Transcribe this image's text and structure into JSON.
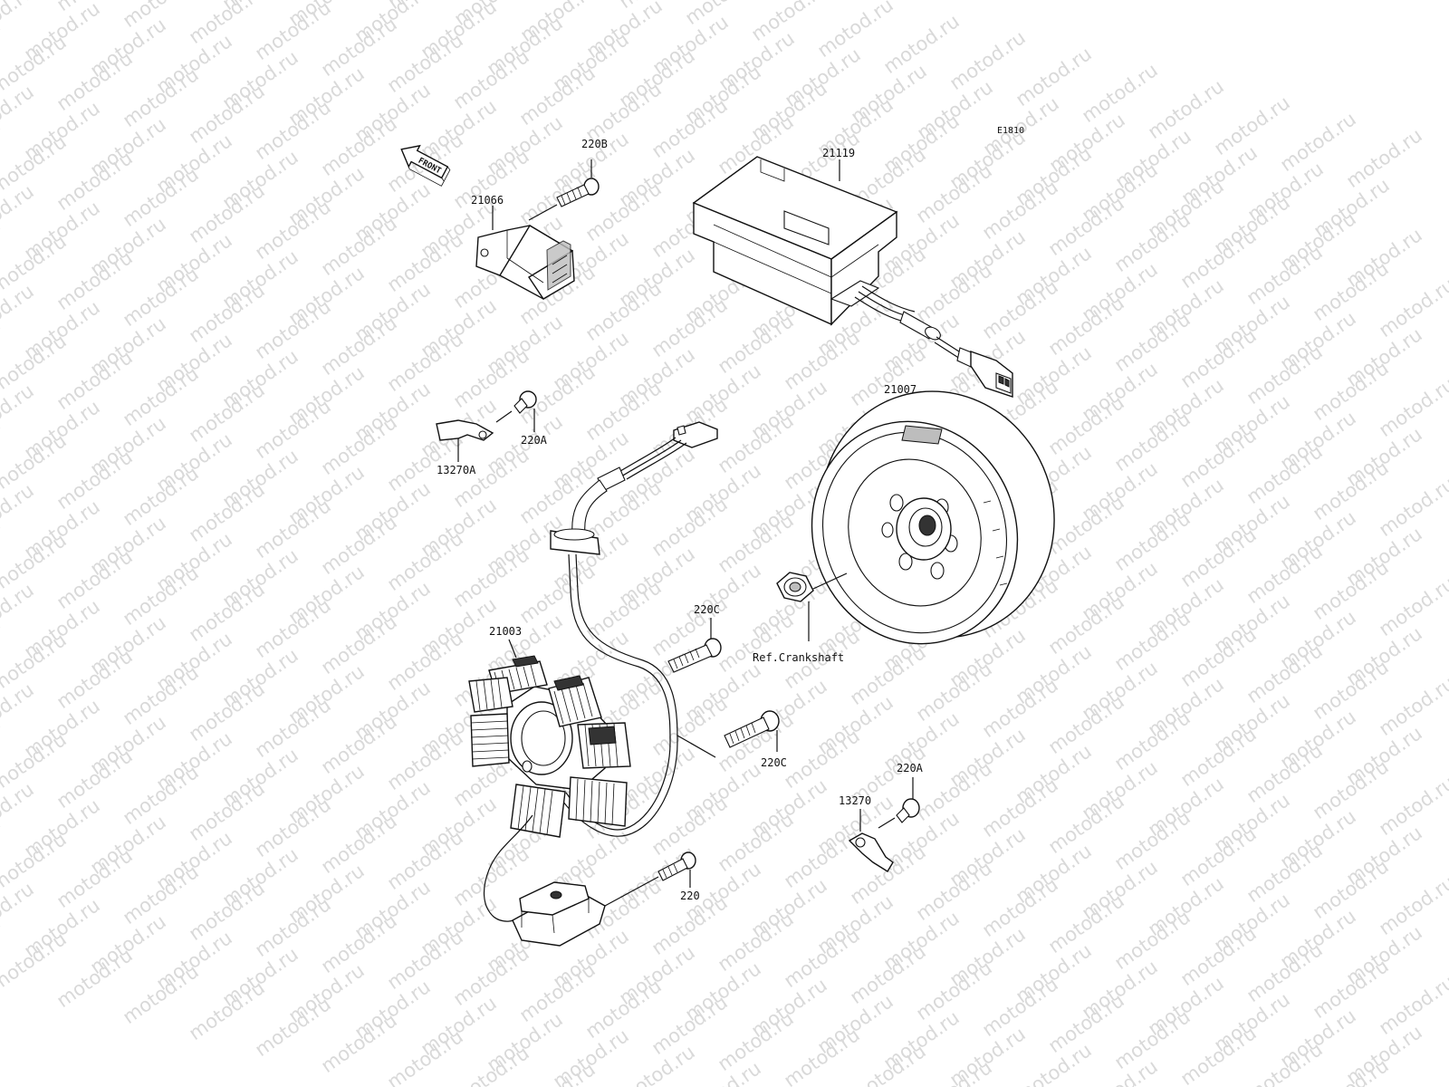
{
  "watermark": {
    "text": "motod.ru"
  },
  "diagram_code": "E1810",
  "front_indicator": "FRONT",
  "callouts": {
    "bolt_220B": "220B",
    "regulator_21066": "21066",
    "cdi_21119": "21119",
    "bolt_220A_top": "220A",
    "clamp_13270A": "13270A",
    "rotor_21007": "21007",
    "ref_crankshaft": "Ref.Crankshaft",
    "bolt_220C_upper": "220C",
    "stator_21003": "21003",
    "bolt_220C_lower": "220C",
    "bolt_220A_bottom": "220A",
    "clamp_13270": "13270",
    "bolt_220": "220"
  }
}
